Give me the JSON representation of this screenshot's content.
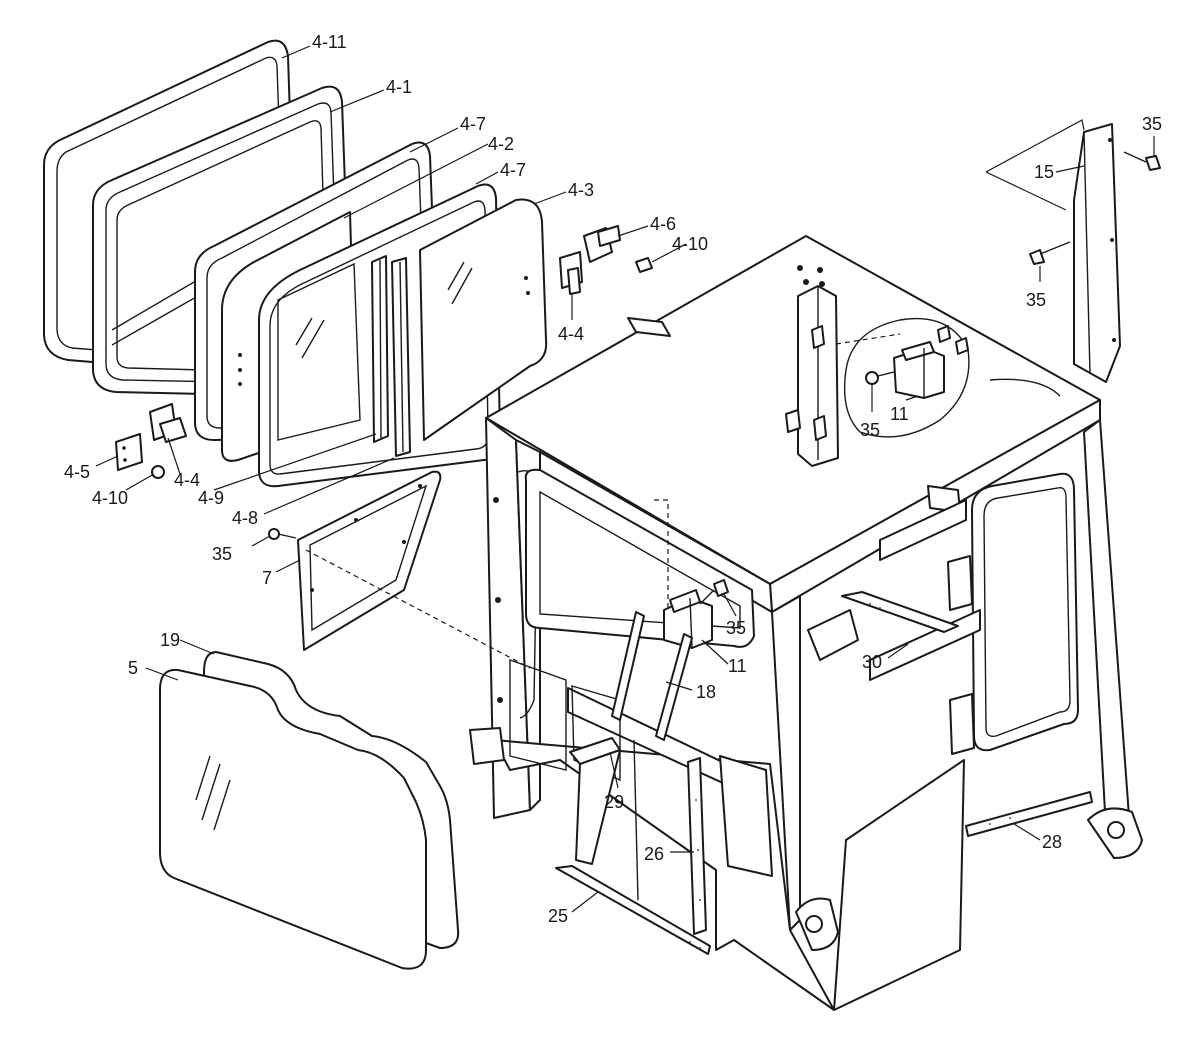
{
  "callouts": {
    "c4_11": "4-11",
    "c4_1": "4-1",
    "c4_7a": "4-7",
    "c4_2": "4-2",
    "c4_7b": "4-7",
    "c4_3": "4-3",
    "c4_6": "4-6",
    "c4_10a": "4-10",
    "c4_4a": "4-4",
    "c4_5": "4-5",
    "c4_10b": "4-10",
    "c4_4b": "4-4",
    "c4_9": "4-9",
    "c4_8": "4-8",
    "c35a": "35",
    "c7": "7",
    "c19": "19",
    "c5": "5",
    "c35b": "35",
    "c15": "15",
    "c35c": "35",
    "c35d": "35",
    "c11a": "11",
    "c35e": "35",
    "c11b": "11",
    "c18": "18",
    "c29": "29",
    "c26": "26",
    "c25": "25",
    "c30": "30",
    "c28": "28"
  }
}
